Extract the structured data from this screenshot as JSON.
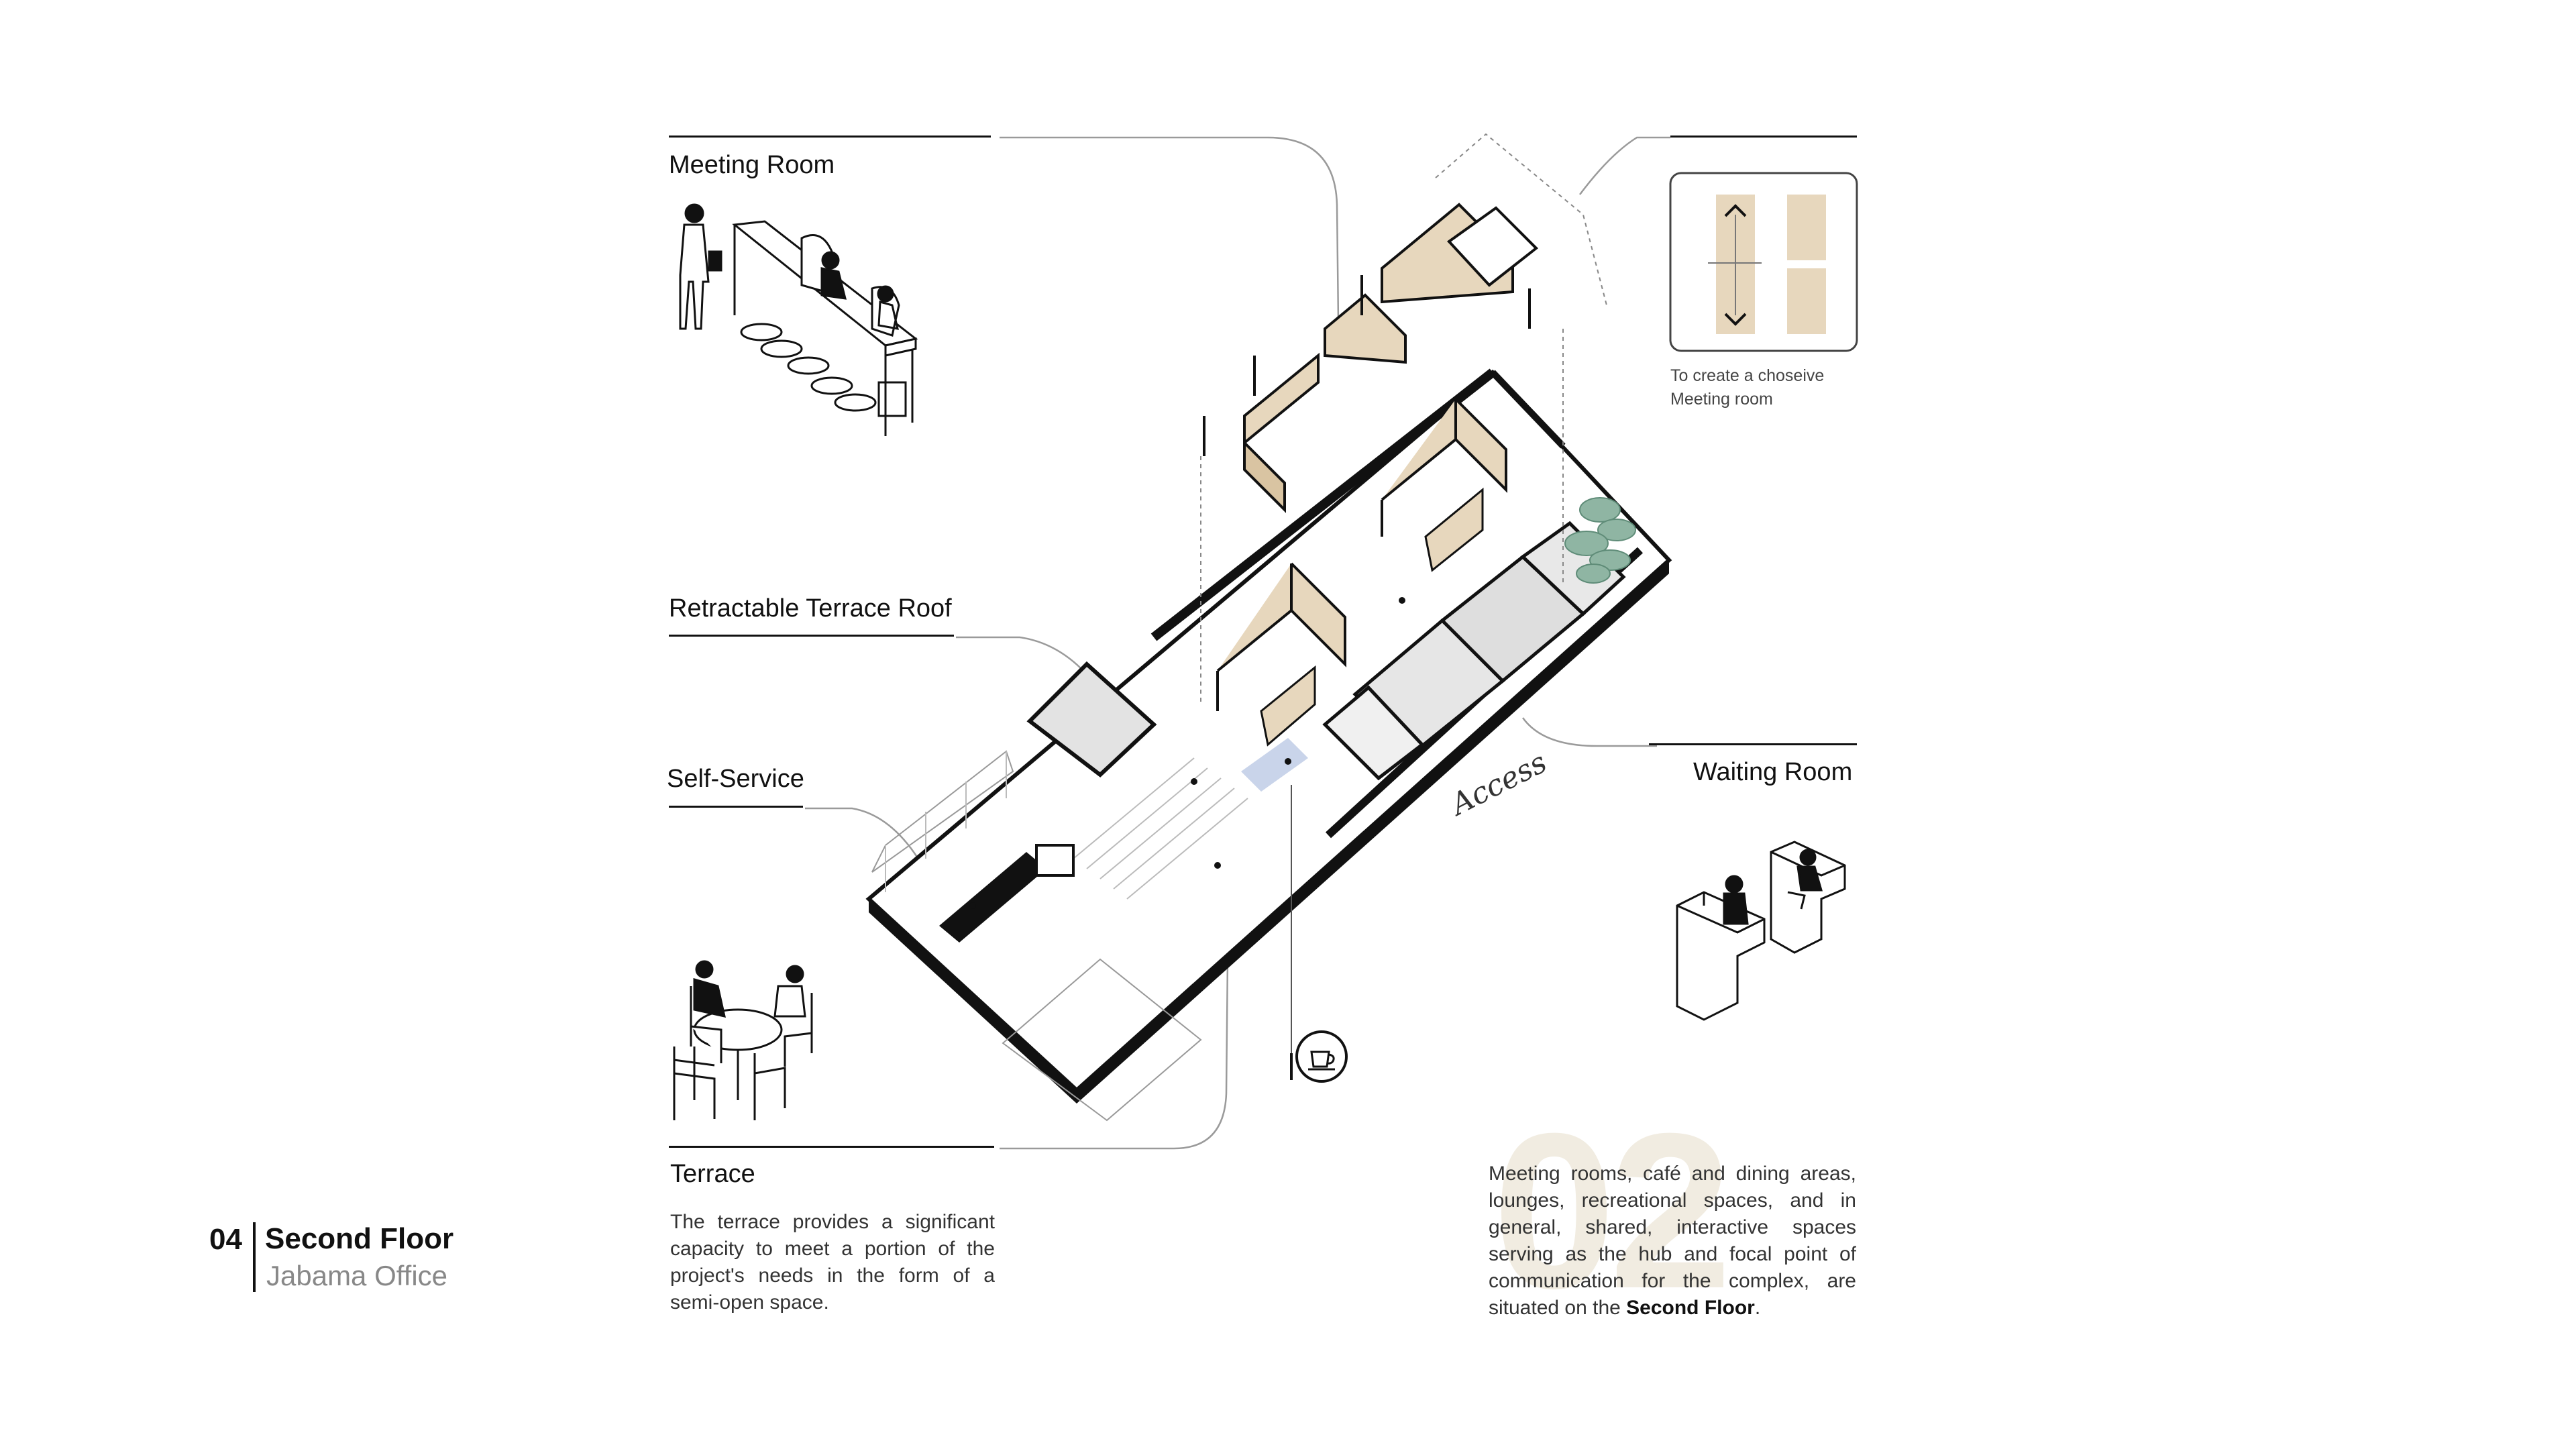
{
  "labels": {
    "meeting_room": "Meeting Room",
    "retractable_terrace_roof": "Retractable Terrace Roof",
    "self_service": "Self-Service",
    "terrace": "Terrace",
    "waiting_room": "Waiting Room",
    "access": "Access"
  },
  "panel_caption": {
    "line1": "To create a choseive",
    "line2": "Meeting room"
  },
  "terrace_text": "The terrace provides a significant capacity to meet a portion of the project's needs in the form of a semi-open space.",
  "summary_text": {
    "before": "Meeting rooms, café and dining areas, lounges, recreational spaces, and in general, shared, interactive spaces serving as the hub and focal point of communication for the complex, are situated on the ",
    "bold": "Second Floor",
    "after": "."
  },
  "page": {
    "number": "04",
    "title": "Second Floor",
    "subtitle": "Jabama Office"
  },
  "watermark": "02",
  "colors": {
    "wood": "#e7d7bd",
    "wood_dark": "#d9c4a2",
    "plant": "#8fb5a3",
    "glass": "#c9d4ea",
    "ink": "#111111"
  },
  "icons": [
    "coffee-cup-icon",
    "sliding-partition-icon",
    "chevron-up-icon",
    "chevron-down-icon",
    "plant-icon"
  ]
}
